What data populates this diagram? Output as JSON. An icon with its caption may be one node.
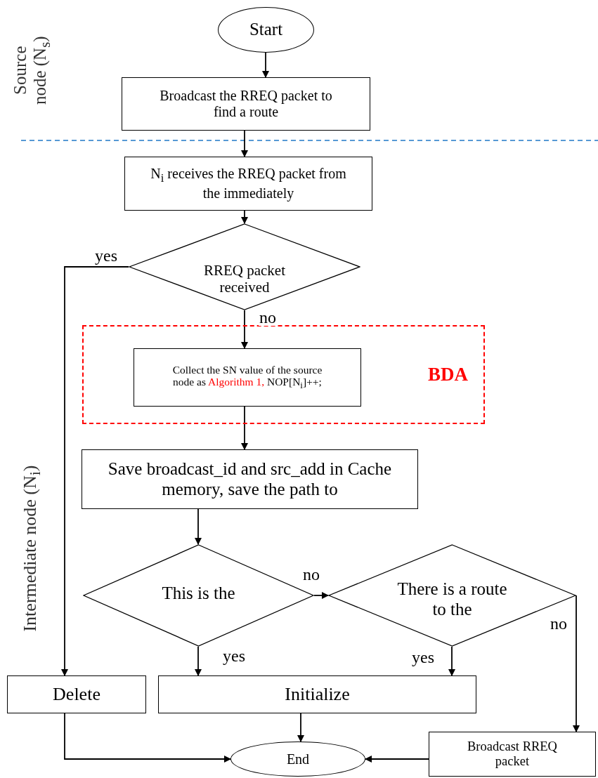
{
  "diagram": {
    "nodes": [
      {
        "text": [
          "Start"
        ]
      },
      {
        "text": [
          "Broadcast the RREQ packet to find a route"
        ]
      },
      {
        "text": [
          "N$_{i}$ receives the RREQ packet from the immediately"
        ]
      },
      {
        "text": [
          "RREQ packet received"
        ]
      },
      {
        "text": [
          "BDA"
        ]
      },
      {
        "text": [
          "Collect the SN value of the source node as",
          "Algorithm 1,",
          "NOP[N$_{i}$]++;"
        ],
        "in": 4
      },
      {
        "text": [
          "Save broadcast_id and src_add in Cache memory, save the path to"
        ]
      },
      {
        "text": [
          "This is the"
        ]
      },
      {
        "text": [
          "There is a route to the"
        ]
      },
      {
        "text": [
          "Delete"
        ]
      },
      {
        "text": [
          "Initialize"
        ]
      },
      {
        "text": [
          "End"
        ]
      },
      {
        "text": [
          "Broadcast RREQ packet"
        ]
      }
    ],
    "edges": [
      {
        "from": 0,
        "to": 1,
        "arrow": "to"
      },
      {
        "from": 1,
        "to": 2,
        "arrow": "to"
      },
      {
        "from": 2,
        "to": 3,
        "arrow": "to"
      },
      {
        "from": 3,
        "to": 5,
        "arrow": "to",
        "label": "no"
      },
      {
        "from": 3,
        "to": 9,
        "arrow": "to",
        "label": "yes"
      },
      {
        "from": 5,
        "to": 6,
        "arrow": "to"
      },
      {
        "from": 6,
        "to": 7,
        "arrow": "to"
      },
      {
        "from": 7,
        "to": 8,
        "arrow": "to",
        "label": "no"
      },
      {
        "from": 7,
        "to": 10,
        "arrow": "to",
        "label": "yes"
      },
      {
        "from": 8,
        "to": 10,
        "arrow": "to",
        "label": "yes"
      },
      {
        "from": 8,
        "to": 12,
        "arrow": "to",
        "label": "no"
      },
      {
        "from": 9,
        "to": 11,
        "arrow": "to"
      },
      {
        "from": 10,
        "to": 11,
        "arrow": "to"
      },
      {
        "from": 12,
        "to": 11,
        "arrow": "to"
      }
    ],
    "labels": [
      "Source node (N$_{s}$)",
      "Intermediate node (N$_{i}$)"
    ]
  }
}
